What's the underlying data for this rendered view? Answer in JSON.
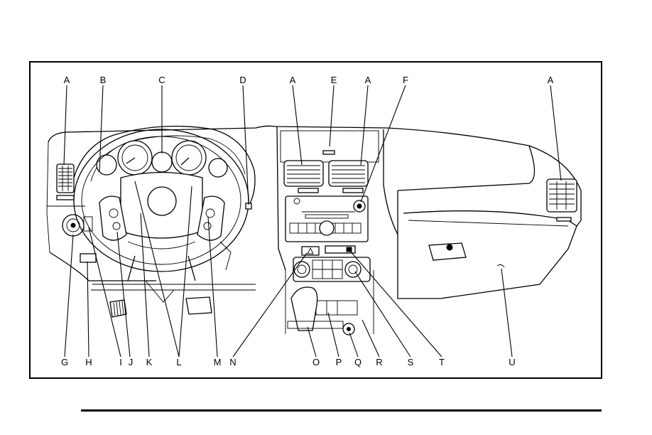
{
  "labels": {
    "top": [
      {
        "id": "A1",
        "letter": "A"
      },
      {
        "id": "B",
        "letter": "B"
      },
      {
        "id": "C",
        "letter": "C"
      },
      {
        "id": "D",
        "letter": "D"
      },
      {
        "id": "A2",
        "letter": "A"
      },
      {
        "id": "E",
        "letter": "E"
      },
      {
        "id": "A3",
        "letter": "A"
      },
      {
        "id": "F",
        "letter": "F"
      },
      {
        "id": "A4",
        "letter": "A"
      }
    ],
    "bottom": [
      {
        "id": "G",
        "letter": "G"
      },
      {
        "id": "H",
        "letter": "H"
      },
      {
        "id": "I",
        "letter": "I"
      },
      {
        "id": "J",
        "letter": "J"
      },
      {
        "id": "K",
        "letter": "K"
      },
      {
        "id": "L",
        "letter": "L"
      },
      {
        "id": "M",
        "letter": "M"
      },
      {
        "id": "N",
        "letter": "N"
      },
      {
        "id": "O",
        "letter": "O"
      },
      {
        "id": "P",
        "letter": "P"
      },
      {
        "id": "Q",
        "letter": "Q"
      },
      {
        "id": "R",
        "letter": "R"
      },
      {
        "id": "S",
        "letter": "S"
      },
      {
        "id": "T",
        "letter": "T"
      },
      {
        "id": "U",
        "letter": "U"
      }
    ]
  },
  "colors": {
    "line": "#000000",
    "background": "#ffffff",
    "shade": "#c9c9c9"
  }
}
